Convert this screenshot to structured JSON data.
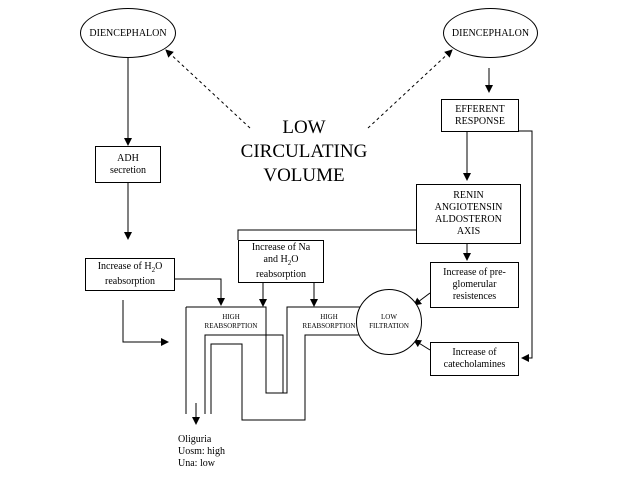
{
  "nodes": {
    "diencephalon_left": "DIENCEPHALON",
    "diencephalon_right": "DIENCEPHALON",
    "adh_secretion": "ADH\nsecretion",
    "increase_h2o": {
      "pre": "Increase of H",
      "sub": "2",
      "post": "O\nreabsorption"
    },
    "increase_na": {
      "pre": "Increase of Na\nand H",
      "sub": "2",
      "post": "O\nreabsorption"
    },
    "efferent_response": "EFFERENT\nRESPONSE",
    "renin_axis": "RENIN\nANGIOTENSIN\nALDOSTERON\nAXIS",
    "increase_preglomerular": "Increase of pre-\nglomerular\nresistences",
    "increase_catecholamines": "Increase of\ncatecholamines",
    "low_filtration": "LOW\nFILTRATION"
  },
  "labels": {
    "center_title": "LOW\nCIRCULATING\nVOLUME",
    "high_reabsorption_left": "HIGH\nREABSORPTION",
    "high_reabsorption_right": "HIGH\nREABSORPTION",
    "outcome": "Oliguria\nUosm: high\nUna: low"
  }
}
